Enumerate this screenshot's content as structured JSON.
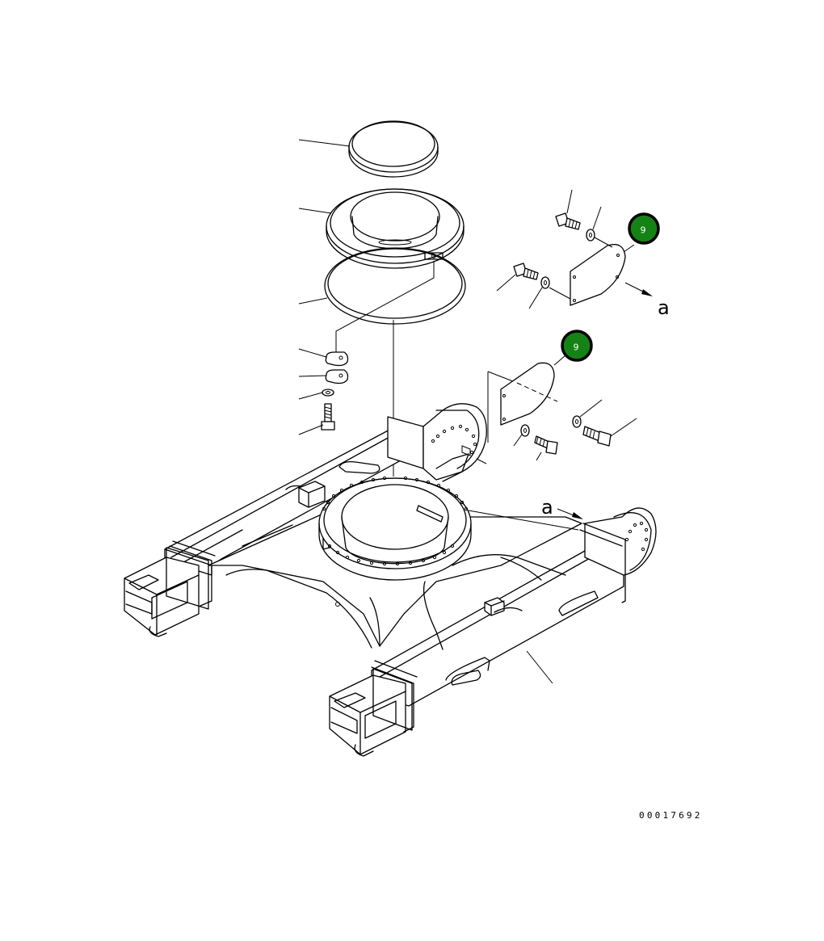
{
  "diagram": {
    "drawing_number": "00017692",
    "callouts": [
      {
        "label": "9",
        "color": "#148214"
      },
      {
        "label": "9",
        "color": "#148214"
      }
    ],
    "view_markers": [
      {
        "label": "a"
      },
      {
        "label": "a"
      }
    ]
  }
}
